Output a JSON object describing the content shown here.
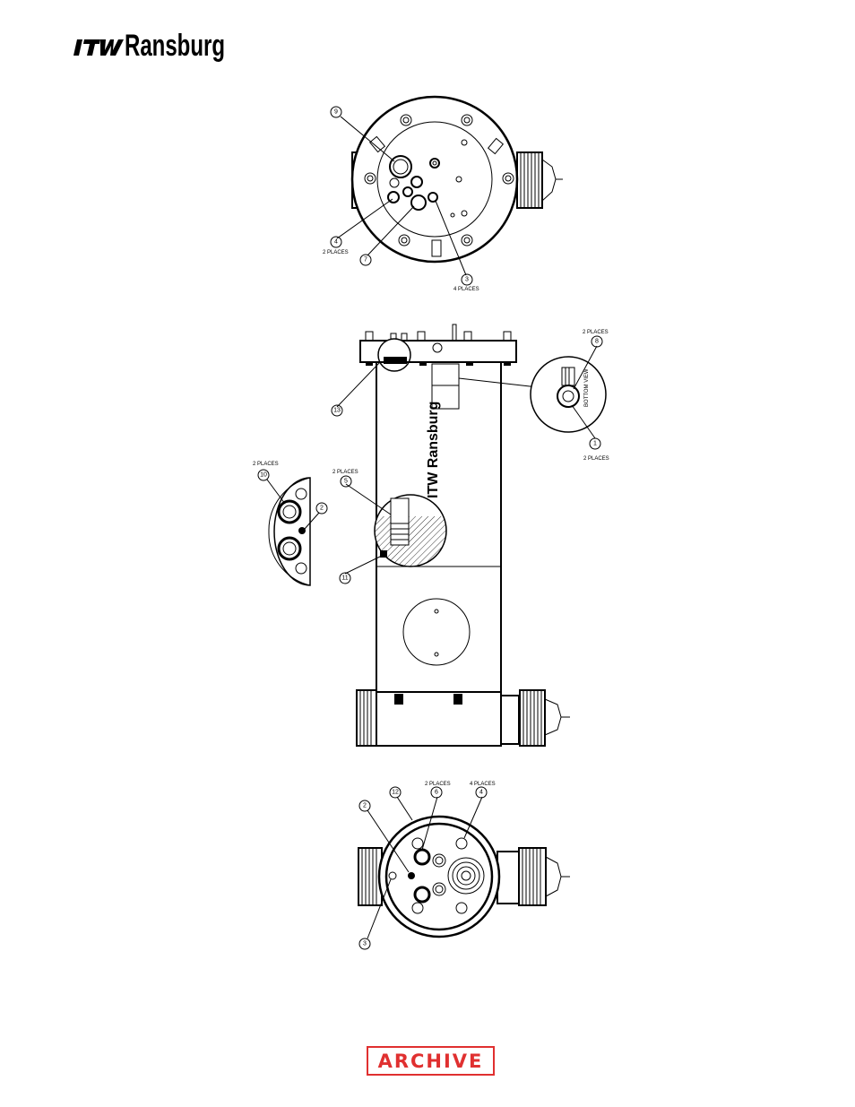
{
  "header": {
    "logo_text": "ITW Ransburg"
  },
  "callouts": {
    "top_view": [
      {
        "num": "9",
        "note": ""
      },
      {
        "num": "4",
        "note": "2 PLACES"
      },
      {
        "num": "7",
        "note": ""
      },
      {
        "num": "3",
        "note": "4 PLACES"
      }
    ],
    "side_view": [
      {
        "num": "13",
        "note": ""
      },
      {
        "num": "8",
        "note": "2 PLACES"
      },
      {
        "num": "1",
        "note": "2 PLACES"
      },
      {
        "num": "10",
        "note": "2 PLACES"
      },
      {
        "num": "2",
        "note": ""
      },
      {
        "num": "5",
        "note": "2 PLACES"
      },
      {
        "num": "11",
        "note": ""
      }
    ],
    "bottom_view": [
      {
        "num": "12",
        "note": ""
      },
      {
        "num": "6",
        "note": "2 PLACES"
      },
      {
        "num": "4",
        "note": "4 PLACES"
      },
      {
        "num": "2",
        "note": ""
      },
      {
        "num": "3",
        "note": ""
      }
    ]
  },
  "detail_label": "BOTTOM VIEW",
  "side_body_text": "ITW Ransburg",
  "stamp": {
    "text": "ARCHIVE",
    "color": "#e03030"
  }
}
